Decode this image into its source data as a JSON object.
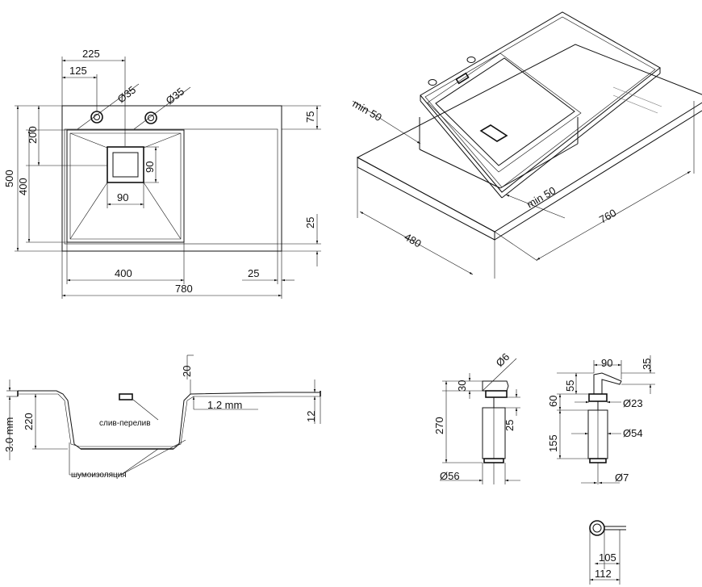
{
  "top_view": {
    "dims": {
      "d225": "225",
      "d125": "125",
      "hole1": "Ø35",
      "hole2": "Ø35",
      "d75": "75",
      "d200": "200",
      "d500": "500",
      "d400v": "400",
      "d90h": "90",
      "d90v": "90",
      "d25r": "25",
      "d400": "400",
      "d25b": "25",
      "d780": "780"
    }
  },
  "iso_view": {
    "dims": {
      "min50a": "min 50",
      "min50b": "min 50",
      "d480": "480",
      "d760": "760"
    }
  },
  "section_view": {
    "dims": {
      "d20": "20",
      "d3mm": "3.0 mm",
      "d220": "220",
      "d12mm": "1.2 mm",
      "d12": "12"
    },
    "labels": {
      "overflow": "слив-перелив",
      "insulation": "шумоизоляция"
    }
  },
  "dispenser_side": {
    "dims": {
      "d6": "Ø6",
      "d30": "30",
      "d270": "270",
      "d25": "25",
      "d56": "Ø56"
    }
  },
  "dispenser_front": {
    "dims": {
      "d90": "90",
      "d35": "35",
      "d55": "55",
      "d60": "60",
      "d23": "Ø23",
      "d155": "155",
      "d54": "Ø54",
      "d7": "Ø7"
    }
  },
  "dispenser_top": {
    "dims": {
      "d105": "105",
      "d112": "112"
    }
  }
}
